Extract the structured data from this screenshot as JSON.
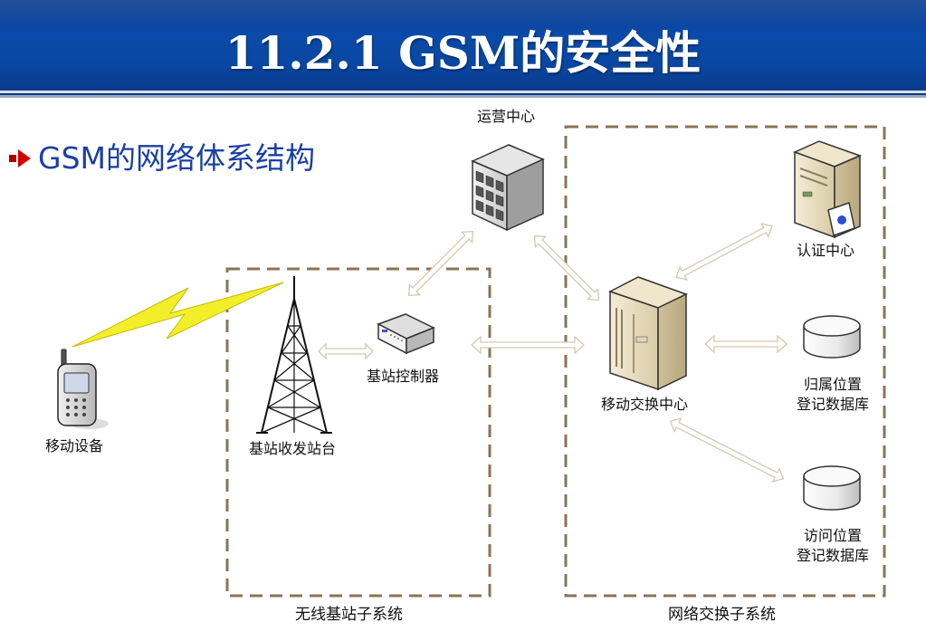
{
  "slide": {
    "title": "11.2.1 GSM的安全性",
    "bullet": "GSM的网络体系结构"
  },
  "colors": {
    "banner": "#0b4aa8",
    "bullet_text": "#1a3fa6",
    "group_border": "#8a7456",
    "lightning": "#f2ef2a"
  },
  "diagram": {
    "nodes": {
      "ops_center": "运营中心",
      "auth_center": "认证中心",
      "bsc": "基站控制器",
      "msc": "移动交换中心",
      "hlr_line1": "归属位置",
      "hlr_line2": "登记数据库",
      "mobile": "移动设备",
      "bts": "基站收发站台",
      "vlr_line1": "访问位置",
      "vlr_line2": "登记数据库"
    },
    "groups": {
      "radio": "无线基站子系统",
      "network": "网络交换子系统"
    }
  }
}
